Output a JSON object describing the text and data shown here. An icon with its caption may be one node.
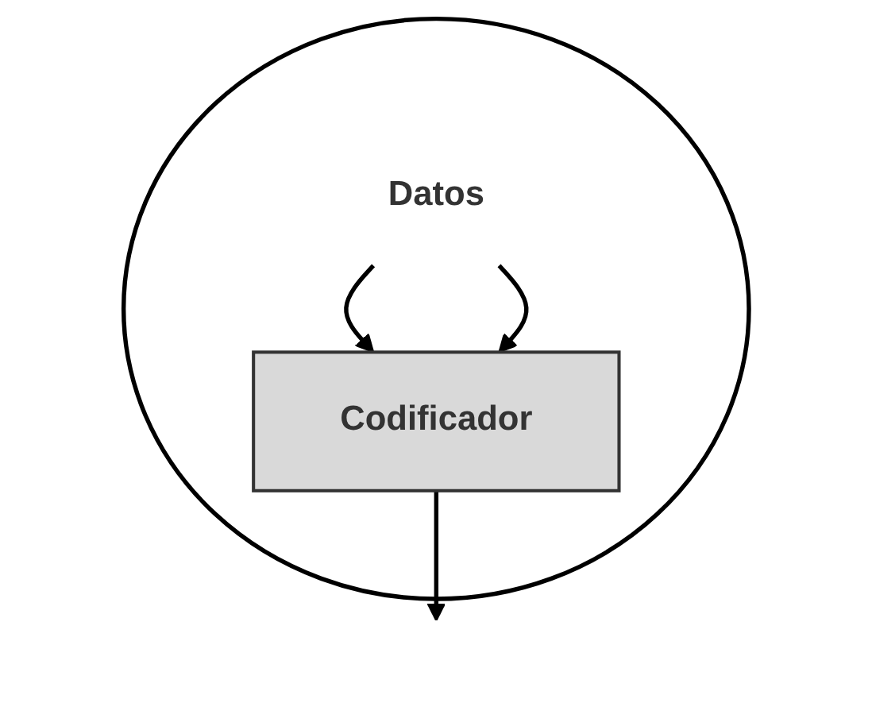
{
  "diagram": {
    "nodes": [
      {
        "text": [],
        "shape": "ellipse"
      },
      {
        "text": [
          "Datos"
        ],
        "in": 0
      },
      {
        "text": [
          "Codificador"
        ],
        "in": 0
      }
    ],
    "edges": [
      {
        "from": 1,
        "to": 2,
        "arrow": "to"
      },
      {
        "from": 1,
        "to": 2,
        "arrow": "to"
      },
      {
        "from": 2,
        "to": null,
        "arrow": "to"
      }
    ]
  }
}
